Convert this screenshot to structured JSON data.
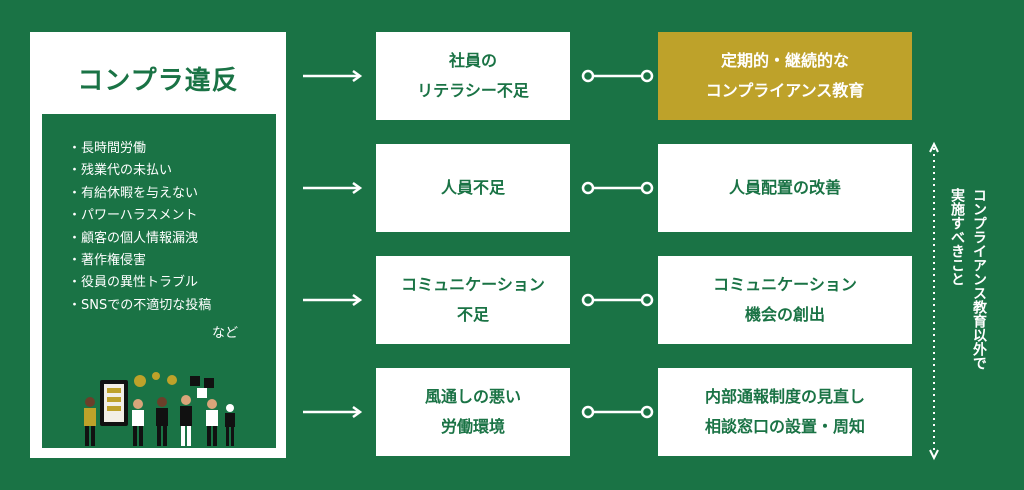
{
  "panel": {
    "title": "コンプラ違反",
    "items": [
      "長時間労働",
      "残業代の未払い",
      "有給休暇を与えない",
      "パワーハラスメント",
      "顧客の個人情報漏洩",
      "著作権侵害",
      "役員の異性トラブル",
      "SNSでの不適切な投稿"
    ],
    "etc": "など"
  },
  "causes": [
    "社員の\nリテラシー不足",
    "人員不足",
    "コミュニケーション\n不足",
    "風通しの悪い\n労働環境"
  ],
  "solutions": [
    "定期的・継続的な\nコンプライアンス教育",
    "人員配置の改善",
    "コミュニケーション\n機会の創出",
    "内部通報制度の見直し\n相談窓口の設置・周知"
  ],
  "side_note": "コンプライアンス教育以外で\n実施すべきこと",
  "colors": {
    "background": "#1a7345",
    "accent": "#bea22a",
    "box": "#ffffff"
  }
}
